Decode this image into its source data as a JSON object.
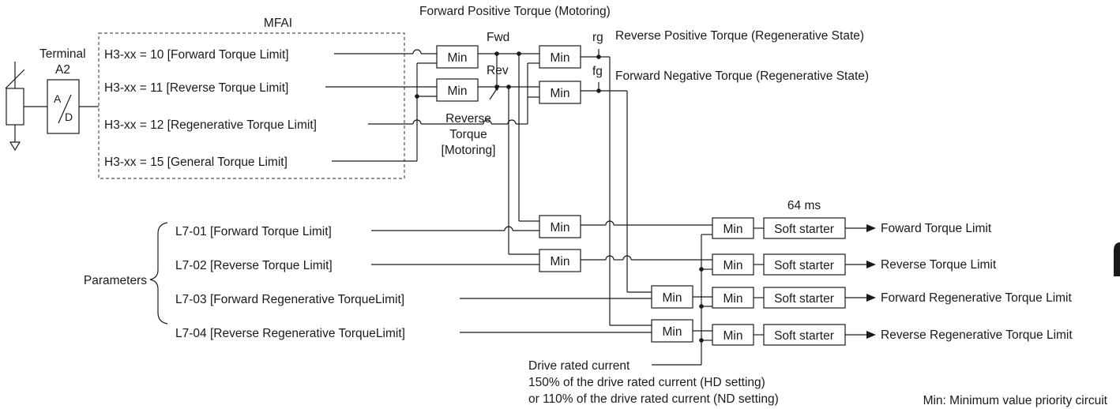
{
  "mfai": {
    "title": "MFAI",
    "terminal_line1": "Terminal",
    "terminal_line2": "A2",
    "ad_a": "A",
    "ad_d": "D",
    "inputs": [
      "H3-xx = 10 [Forward Torque Limit]",
      "H3-xx = 11 [Reverse Torque Limit]",
      "H3-xx = 12 [Regenerative Torque Limit]",
      "H3-xx = 15 [General Torque Limit]"
    ]
  },
  "torque_labels": {
    "forward_positive": "Forward Positive Torque (Motoring)",
    "fwd": "Fwd",
    "rev": "Rev",
    "rg": "rg",
    "fg": "fg",
    "reverse_positive": "Reverse Positive Torque (Regenerative State)",
    "forward_negative": "Forward Negative Torque (Regenerative State)",
    "reverse_torque_1": "Reverse",
    "reverse_torque_2": "Torque",
    "reverse_torque_3": "[Motoring]"
  },
  "min_label": "Min",
  "soft_starter_label": "Soft starter",
  "soft_starter_time": "64 ms",
  "parameters": {
    "group_label": "Parameters",
    "items": [
      "L7-01 [Forward Torque Limit]",
      "L7-02 [Reverse Torque Limit]",
      "L7-03 [Forward Regenerative TorqueLimit]",
      "L7-04 [Reverse Regenerative TorqueLimit]"
    ]
  },
  "outputs": [
    "Foward Torque Limit",
    "Reverse Torque Limit",
    "Forward Regenerative Torque Limit",
    "Reverse Regenerative Torque Limit"
  ],
  "drive_rated": {
    "line1": "Drive rated current",
    "line2": "150% of the drive rated current (HD setting)",
    "line3": "or 110% of the drive rated current (ND setting)"
  },
  "legend": "Min: Minimum value priority circuit"
}
